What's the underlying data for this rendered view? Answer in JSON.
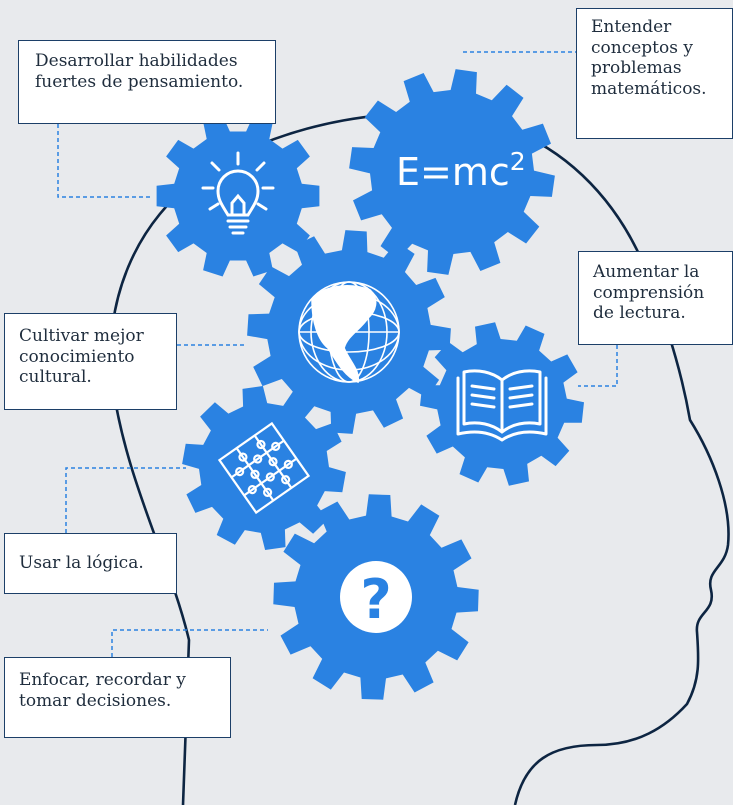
{
  "colors": {
    "background": "#e8eaed",
    "gear": "#2a82e2",
    "head_outline": "#0d2542",
    "connector": "#2a82e2",
    "card_border": "#1c3f68"
  },
  "gears": [
    {
      "id": "lightbulb",
      "icon": "lightbulb-icon"
    },
    {
      "id": "formula",
      "icon": "formula-icon",
      "text": "E=mc",
      "superscript": "2"
    },
    {
      "id": "globe",
      "icon": "globe-icon"
    },
    {
      "id": "book",
      "icon": "book-icon"
    },
    {
      "id": "puzzle",
      "icon": "puzzle-icon"
    },
    {
      "id": "question",
      "icon": "question-icon",
      "text": "?"
    }
  ],
  "labels": {
    "thinking": "Desarrollar habilidades\nfuertes de pensamiento.",
    "math": "Entender\nconceptos y\nproblemas\nmatemáticos.",
    "reading": "Aumentar la\ncomprensión\nde lectura.",
    "culture": "Cultivar mejor\nconocimiento\ncultural.",
    "logic": "Usar la lógica.",
    "focus": "Enfocar, recordar y\ntomar decisiones."
  }
}
